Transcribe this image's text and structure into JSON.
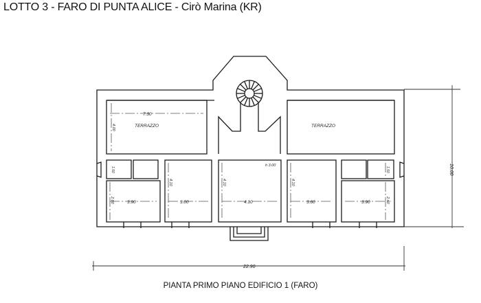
{
  "header": {
    "title": "LOTTO 3 - FARO DI PUNTA ALICE - Cirò Marina (KR)"
  },
  "caption": "PIANTA PRIMO PIANO EDIFICIO 1 (FARO)",
  "plan": {
    "overall_width": "22.90",
    "overall_depth": "10.00",
    "rooms": {
      "terrace_left": {
        "label": "TERRAZZO",
        "width": "7.30",
        "depth": "4.00"
      },
      "terrace_right": {
        "label": "TERRAZZO"
      },
      "room_1": {
        "width": "3.90",
        "depth": "2.80"
      },
      "room_1_small": {
        "depth": "1.50"
      },
      "room_2": {
        "width": "3.00",
        "depth": "4.10"
      },
      "room_3": {
        "width": "4.10",
        "depth": "4.10",
        "height_note": "h 3.00"
      },
      "room_4": {
        "width": "3.60",
        "depth": "4.10"
      },
      "room_5": {
        "width": "3.90",
        "depth": "2.40"
      },
      "room_5_small": {
        "depth": "1.50"
      }
    },
    "colors": {
      "line": "#1a1a1a",
      "dim_line": "#555555",
      "background": "#ffffff"
    }
  }
}
